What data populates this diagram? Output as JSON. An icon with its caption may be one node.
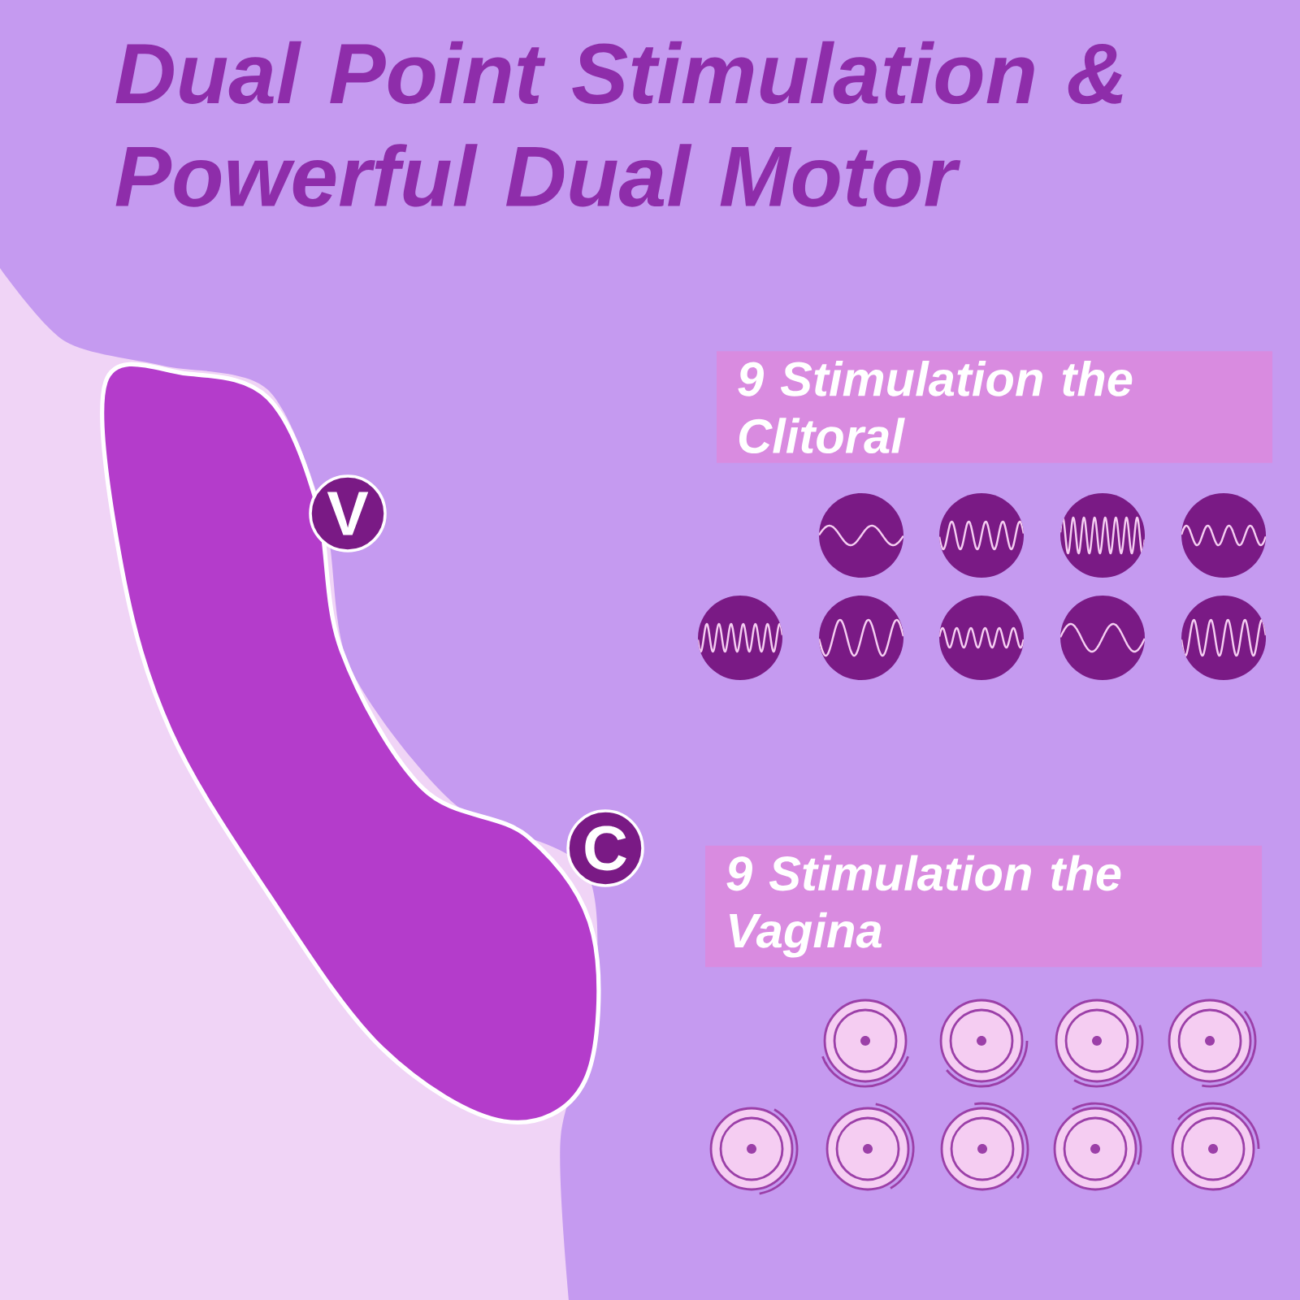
{
  "diagram": {
    "title": "Dual Point Stimulation & Powerful Dual Motor",
    "nodes": [
      {
        "text": [
          "V"
        ]
      },
      {
        "text": [
          "C"
        ]
      },
      {
        "text": [
          "9 Stimulation the Clitoral"
        ]
      },
      {
        "text": [
          "9 Stimulation the Vagina"
        ]
      }
    ]
  }
}
